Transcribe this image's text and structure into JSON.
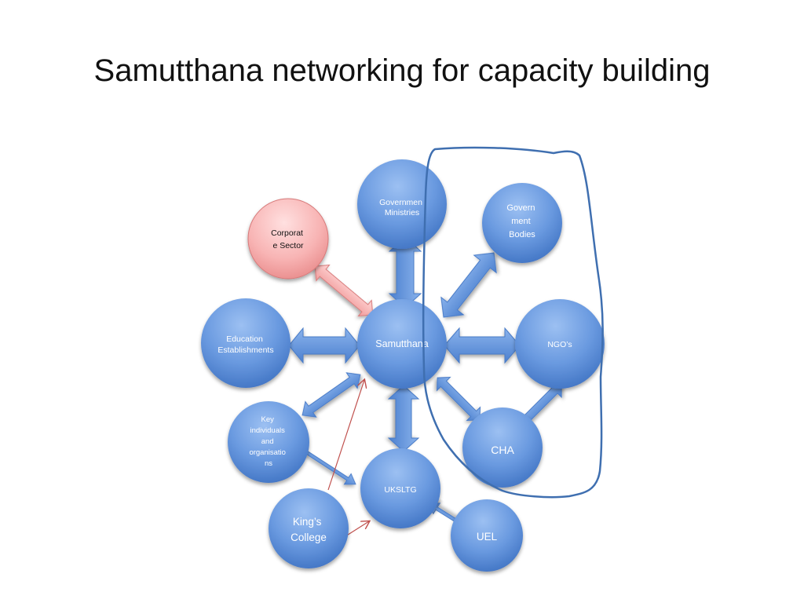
{
  "title": "Samutthana networking for capacity building",
  "nodes": {
    "ministries": {
      "lines": [
        "Governmen",
        "Ministries"
      ]
    },
    "corporate": {
      "lines": [
        "Corporat",
        "e Sector"
      ]
    },
    "gov_bodies": {
      "lines": [
        "Govern",
        "ment",
        "Bodies"
      ]
    },
    "education": {
      "lines": [
        "Education",
        "Establishments"
      ]
    },
    "samutthana": {
      "lines": [
        "Samutthana"
      ]
    },
    "ngos": {
      "lines": [
        "NGO’s"
      ]
    },
    "key_individuals": {
      "lines": [
        "Key",
        "individuals",
        "and",
        "organisatio",
        "ns"
      ]
    },
    "cha": {
      "lines": [
        "CHA"
      ]
    },
    "uksltg": {
      "lines": [
        "UKSLTG"
      ]
    },
    "kings_college": {
      "lines": [
        "King’s",
        "College"
      ]
    },
    "uel": {
      "lines": [
        "UEL"
      ]
    }
  },
  "colors": {
    "node_blue": "#5a8fd6",
    "node_pink": "#f4a0a0",
    "arrow_blue": "#6a9ae0",
    "arrow_pink": "#f5b0b0",
    "outline_blue": "#3f6fb0",
    "red_line": "#c0504d"
  }
}
